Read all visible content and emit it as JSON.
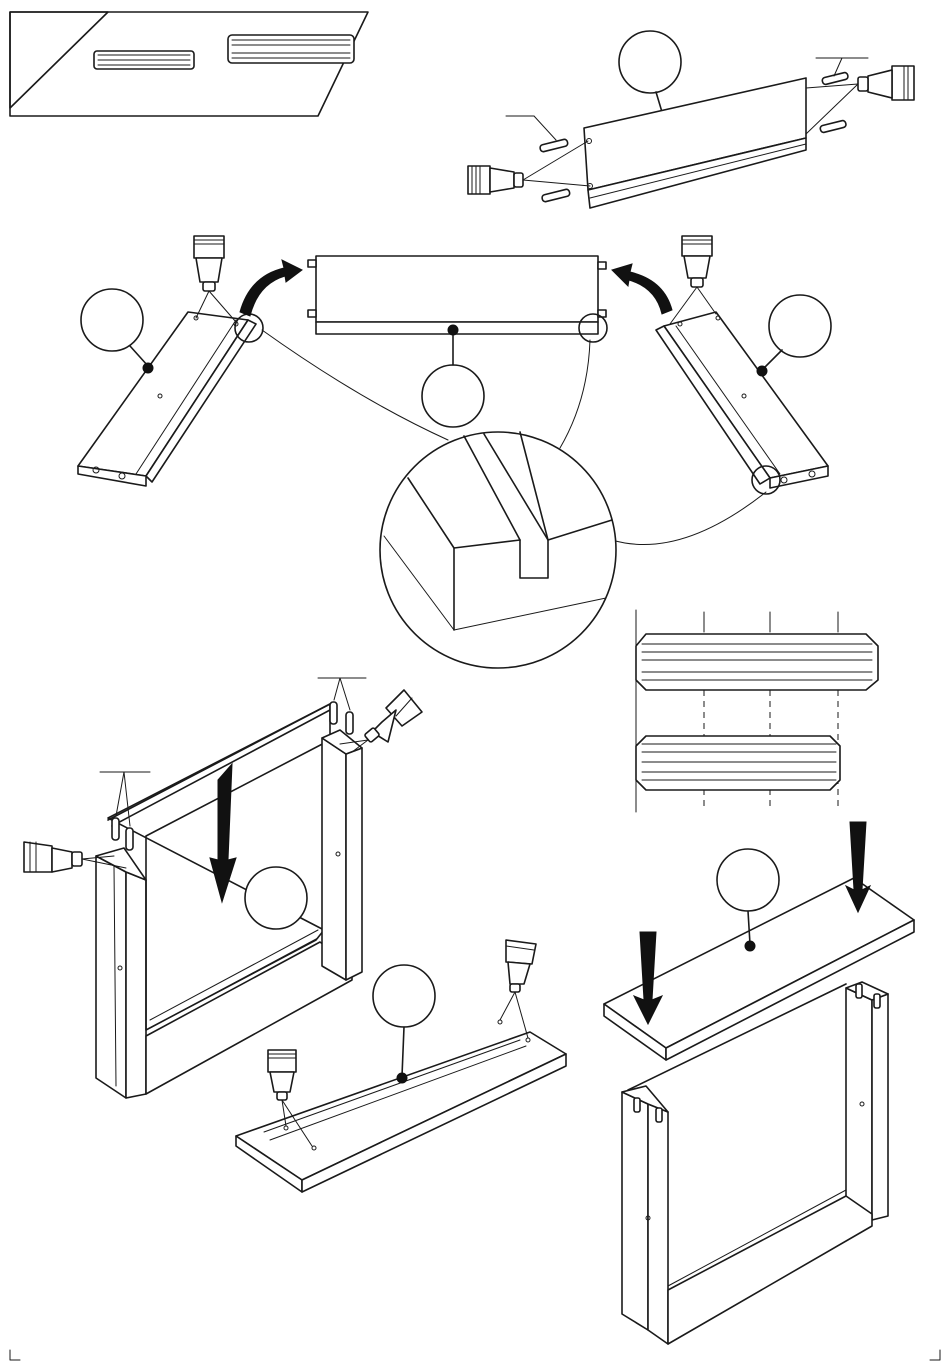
{
  "page": {
    "title": "",
    "background": "#ffffff",
    "ink": "#1a1a1a"
  },
  "fasteners": {
    "corner_panel": "dowel-icon",
    "parts": [
      "short-dowel-icon",
      "long-dowel-icon"
    ]
  },
  "steps": [
    {
      "id": "back-panel-glue",
      "icons": [
        "glue-tube-icon",
        "dowel-icon",
        "part-callout-icon"
      ]
    },
    {
      "id": "side-panels-to-back",
      "icons": [
        "glue-tube-icon",
        "curved-arrow-icon",
        "part-callout-icon"
      ]
    },
    {
      "id": "groove-detail",
      "icons": [
        "magnifier-detail-icon"
      ]
    },
    {
      "id": "dowel-comparison",
      "icons": [
        "dowel-icon"
      ]
    },
    {
      "id": "frame-assembly",
      "icons": [
        "glue-tube-icon",
        "down-arrow-icon",
        "part-callout-icon"
      ]
    },
    {
      "id": "top-panel-placement",
      "icons": [
        "down-arrow-icon",
        "part-callout-icon"
      ]
    }
  ],
  "callouts": {
    "count": 8,
    "labels": []
  }
}
